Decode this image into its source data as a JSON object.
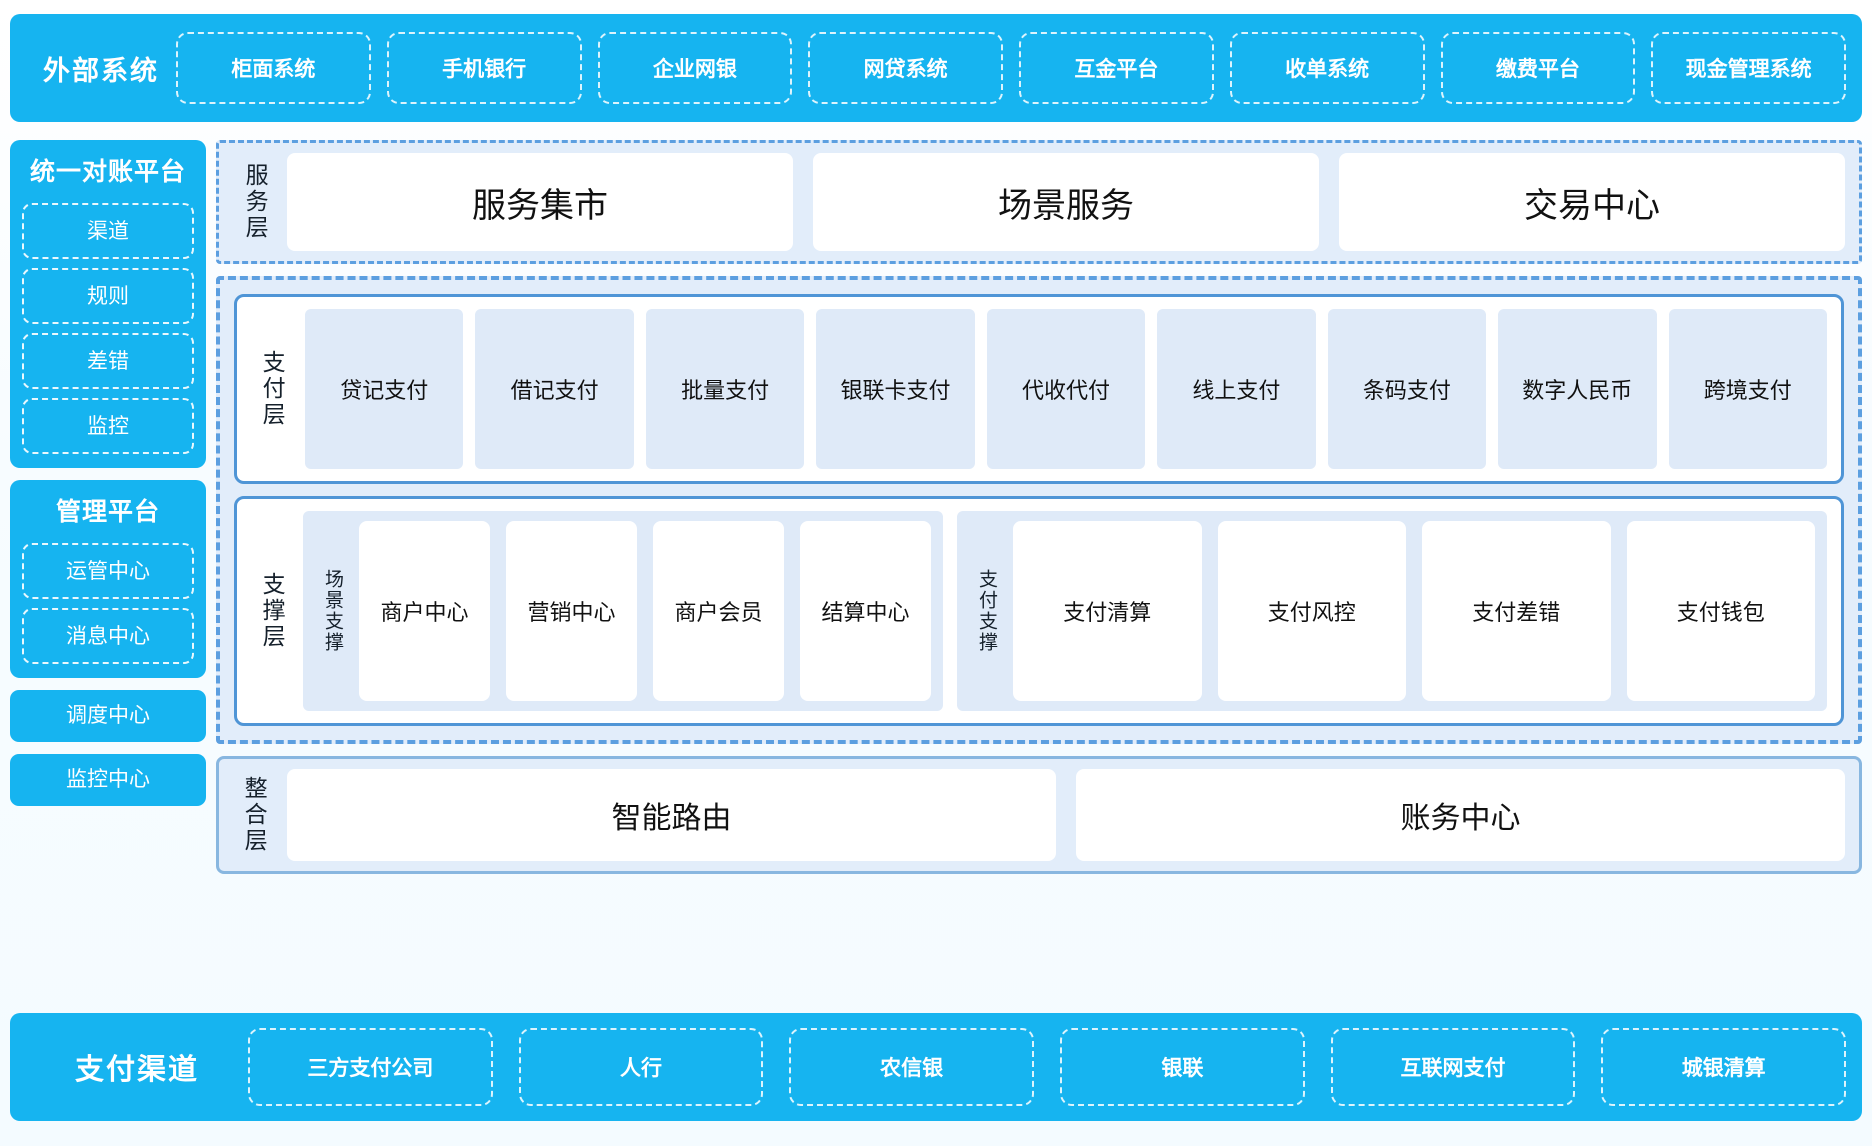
{
  "external_systems": {
    "title": "外部系统",
    "items": [
      "柜面系统",
      "手机银行",
      "企业网银",
      "网贷系统",
      "互金平台",
      "收单系统",
      "缴费平台",
      "现金管理系统"
    ]
  },
  "left_column": {
    "reconciliation_platform": {
      "title": "统一对账平台",
      "items": [
        "渠道",
        "规则",
        "差错",
        "监控"
      ]
    },
    "management_platform": {
      "title": "管理平台",
      "items": [
        "运管中心",
        "消息中心"
      ]
    },
    "standalone": [
      "调度中心",
      "监控中心"
    ]
  },
  "service_layer": {
    "label": "服务层",
    "items": [
      "服务集市",
      "场景服务",
      "交易中心"
    ]
  },
  "payment_layer": {
    "label": "支付层",
    "items": [
      "贷记支付",
      "借记支付",
      "批量支付",
      "银联卡支付",
      "代收代付",
      "线上支付",
      "条码支付",
      "数字人民币",
      "跨境支付"
    ]
  },
  "support_layer": {
    "label": "支撑层",
    "scene_support": {
      "label": "场景支撑",
      "items": [
        "商户中心",
        "营销中心",
        "商户会员",
        "结算中心"
      ]
    },
    "pay_support": {
      "label": "支付支撑",
      "items": [
        "支付清算",
        "支付风控",
        "支付差错",
        "支付钱包"
      ]
    }
  },
  "integration_layer": {
    "label": "整合层",
    "items": [
      "智能路由",
      "账务中心"
    ]
  },
  "payment_channels": {
    "title": "支付渠道",
    "items": [
      "三方支付公司",
      "人行",
      "农信银",
      "银联",
      "互联网支付",
      "城银清算"
    ]
  },
  "colors": {
    "brand_blue": "#16b4f0",
    "panel_fill": "#e2edfa",
    "card_fill": "#dfeaf8",
    "border_blue": "#4f95d6",
    "dash_blue": "#5c9fe0"
  }
}
